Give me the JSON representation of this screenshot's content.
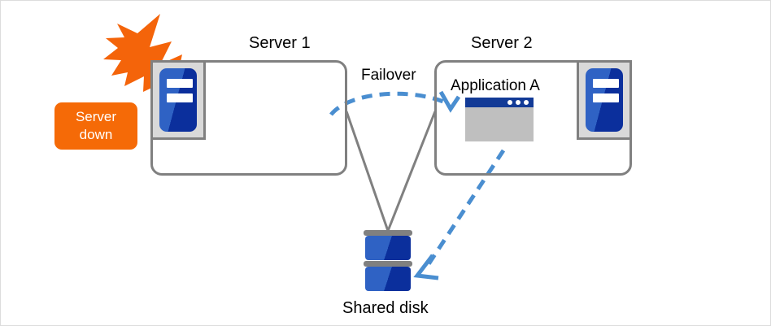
{
  "diagram": {
    "title_server1": "Server 1",
    "title_server2": "Server 2",
    "failover_label": "Failover",
    "application_label": "Application A",
    "shared_disk_label": "Shared disk",
    "status_badge": {
      "line1": "Server",
      "line2": "down"
    },
    "colors": {
      "badge_orange": "#F56A07",
      "burst_orange": "#F4640A",
      "box_gray": "#808080",
      "arrow_blue": "#4a8ed0",
      "icon_blue_light": "#2f62c4",
      "icon_blue_dark": "#0b2f9c",
      "window_titlebar": "#123a96",
      "window_body": "#bfbfbf",
      "canvas_bg": "#ffffff"
    },
    "icons": {
      "server1": "server-unit-icon",
      "server2": "server-unit-icon",
      "application": "application-window-icon",
      "disk": "shared-disk-icon",
      "failure": "lightning-burst-icon"
    }
  }
}
